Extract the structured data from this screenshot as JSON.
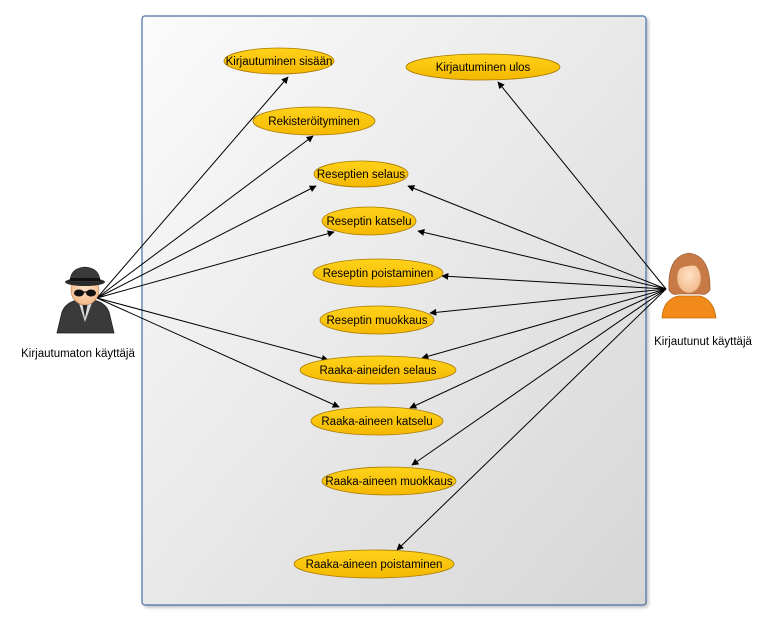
{
  "actors": {
    "left": {
      "name": "Kirjautumaton käyttäjä",
      "icon": "spy-user-icon"
    },
    "right": {
      "name": "Kirjautunut käyttäjä",
      "icon": "female-user-icon"
    }
  },
  "use_cases": [
    {
      "id": "login",
      "label": "Kirjautuminen sisään"
    },
    {
      "id": "logout",
      "label": "Kirjautuminen ulos"
    },
    {
      "id": "register",
      "label": "Rekisteröityminen"
    },
    {
      "id": "browse-recipes",
      "label": "Reseptien selaus"
    },
    {
      "id": "view-recipe",
      "label": "Reseptin katselu"
    },
    {
      "id": "delete-recipe",
      "label": "Reseptin poistaminen"
    },
    {
      "id": "edit-recipe",
      "label": "Reseptin muokkaus"
    },
    {
      "id": "browse-ingredients",
      "label": "Raaka-aineiden selaus"
    },
    {
      "id": "view-ingredient",
      "label": "Raaka-aineen katselu"
    },
    {
      "id": "edit-ingredient",
      "label": "Raaka-aineen muokkaus"
    },
    {
      "id": "delete-ingredient",
      "label": "Raaka-aineen poistaminen"
    }
  ],
  "associations": {
    "left": [
      "login",
      "register",
      "browse-recipes",
      "view-recipe",
      "browse-ingredients",
      "view-ingredient"
    ],
    "right": [
      "logout",
      "browse-recipes",
      "view-recipe",
      "delete-recipe",
      "edit-recipe",
      "browse-ingredients",
      "view-ingredient",
      "edit-ingredient",
      "delete-ingredient"
    ]
  },
  "colors": {
    "use_case_fill": "#ffc800",
    "use_case_stroke": "#b08000",
    "system_border": "#4a6fa5",
    "system_fill_top": "#fafafa",
    "system_fill_bottom": "#d9d9d9",
    "line": "#000000"
  }
}
